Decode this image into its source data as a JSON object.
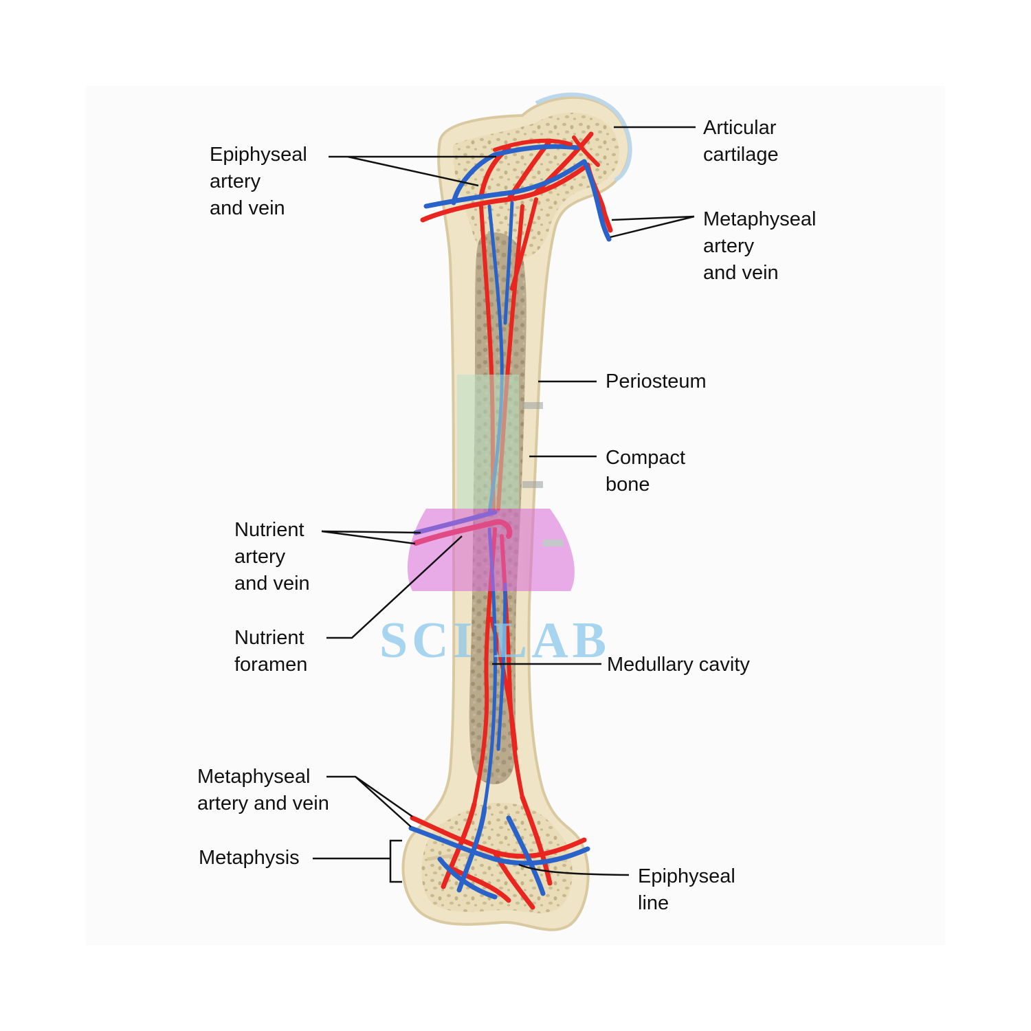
{
  "labels": {
    "articular_cartilage": [
      "Articular",
      "cartilage"
    ],
    "epiphyseal_artery_vein": [
      "Epiphyseal",
      "artery",
      "and vein"
    ],
    "metaphyseal_artery_vein_top": [
      "Metaphyseal",
      "artery",
      "and vein"
    ],
    "periosteum": [
      "Periosteum"
    ],
    "compact_bone": [
      "Compact",
      "bone"
    ],
    "nutrient_artery_vein": [
      "Nutrient",
      "artery",
      "and vein"
    ],
    "nutrient_foramen": [
      "Nutrient",
      "foramen"
    ],
    "medullary_cavity": [
      "Medullary cavity"
    ],
    "metaphyseal_artery_vein_bottom": [
      "Metaphyseal",
      "artery and vein"
    ],
    "metaphysis": [
      "Metaphysis"
    ],
    "epiphyseal_line": [
      "Epiphyseal",
      "line"
    ]
  },
  "watermark": "SCI LAB",
  "colors": {
    "bone": "#efe4c6",
    "bone_edge": "#d9c9a1",
    "marrow": "#b3a587",
    "artery": "#e8251f",
    "vein": "#2962c9",
    "leader": "#111111"
  }
}
